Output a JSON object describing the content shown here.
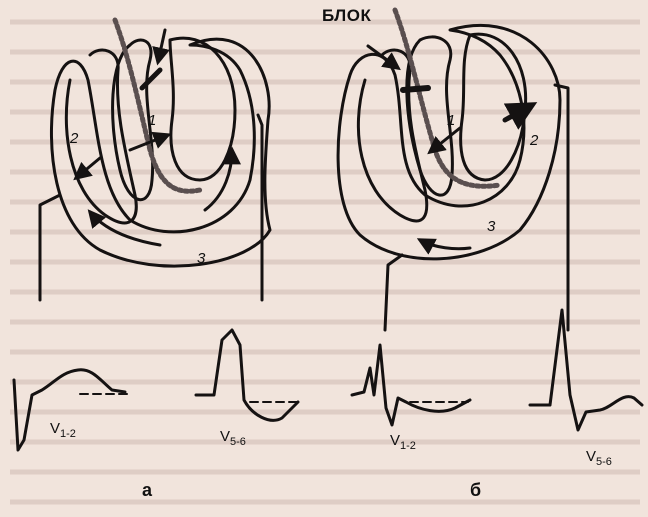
{
  "panels": [
    {
      "label": "а",
      "zones": [
        "1",
        "2",
        "3"
      ],
      "leads": [
        {
          "lead": "V",
          "sub": "1-2"
        },
        {
          "lead": "V",
          "sub": "5-6"
        }
      ]
    },
    {
      "label": "б",
      "block_label": "БЛОК",
      "zones": [
        "1",
        "2",
        "3"
      ],
      "leads": [
        {
          "lead": "V",
          "sub": "1-2"
        },
        {
          "lead": "V",
          "sub": "5-6"
        }
      ]
    }
  ],
  "colors": {
    "ink": "#151212",
    "paper": "#f1e4dc",
    "text_bg": "#d8c6c0"
  }
}
